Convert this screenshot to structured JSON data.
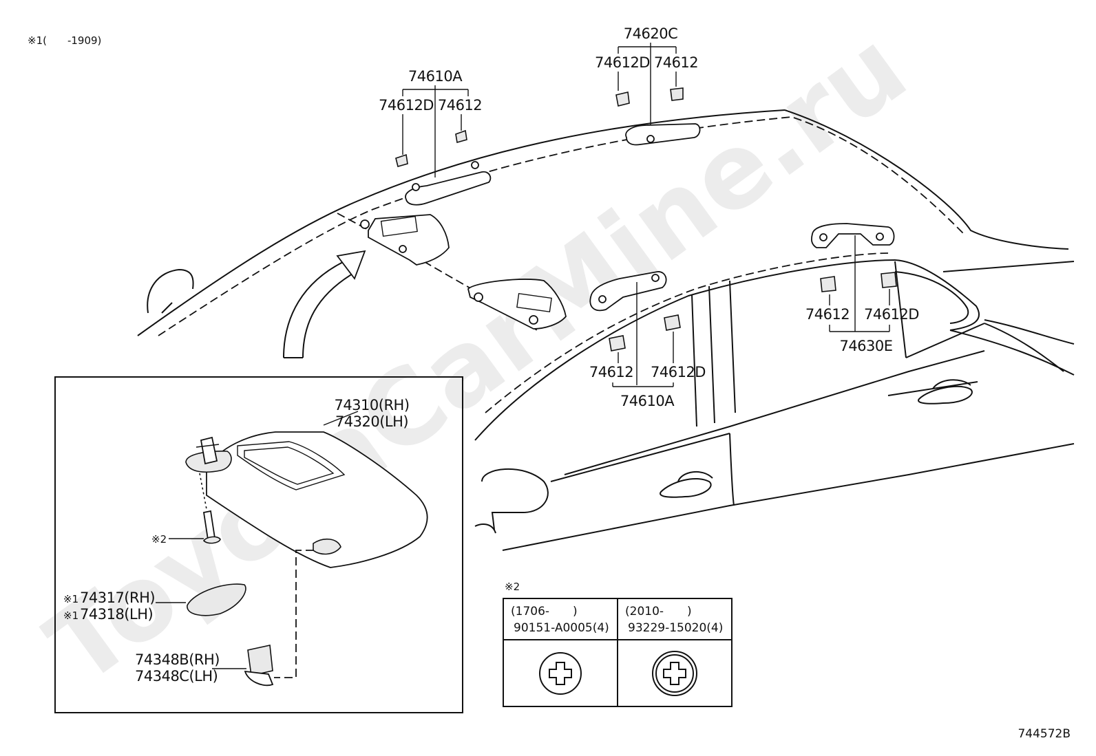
{
  "header_note": "※1(　　-1909)",
  "watermark": "ToyotaCarMine.ru",
  "callouts": {
    "grip_front": {
      "parent": "74610A",
      "left": "74612D",
      "right": "74612"
    },
    "grip_mid": {
      "parent": "74620C",
      "left": "74612D",
      "right": "74612"
    },
    "grip_center": {
      "parent": "74610A",
      "left": "74612",
      "right": "74612D"
    },
    "grip_rear": {
      "parent": "74630E",
      "left": "74612",
      "right": "74612D"
    }
  },
  "detail": {
    "visor_rh": "74310(RH)",
    "visor_lh": "74320(LH)",
    "screw_note": "※2",
    "cover_rh_mark": "※1",
    "cover_rh": "74317(RH)",
    "cover_lh_mark": "※1",
    "cover_lh": "74318(LH)",
    "holder_rh": "74348B(RH)",
    "holder_lh": "74348C(LH)"
  },
  "screw_table": {
    "note": "※2",
    "columns": [
      {
        "date": "(1706-　　)",
        "part": "90151-A0005(4)"
      },
      {
        "date": "(2010-　　)",
        "part": "93229-15020(4)"
      }
    ]
  },
  "diagram_id": "744572B"
}
